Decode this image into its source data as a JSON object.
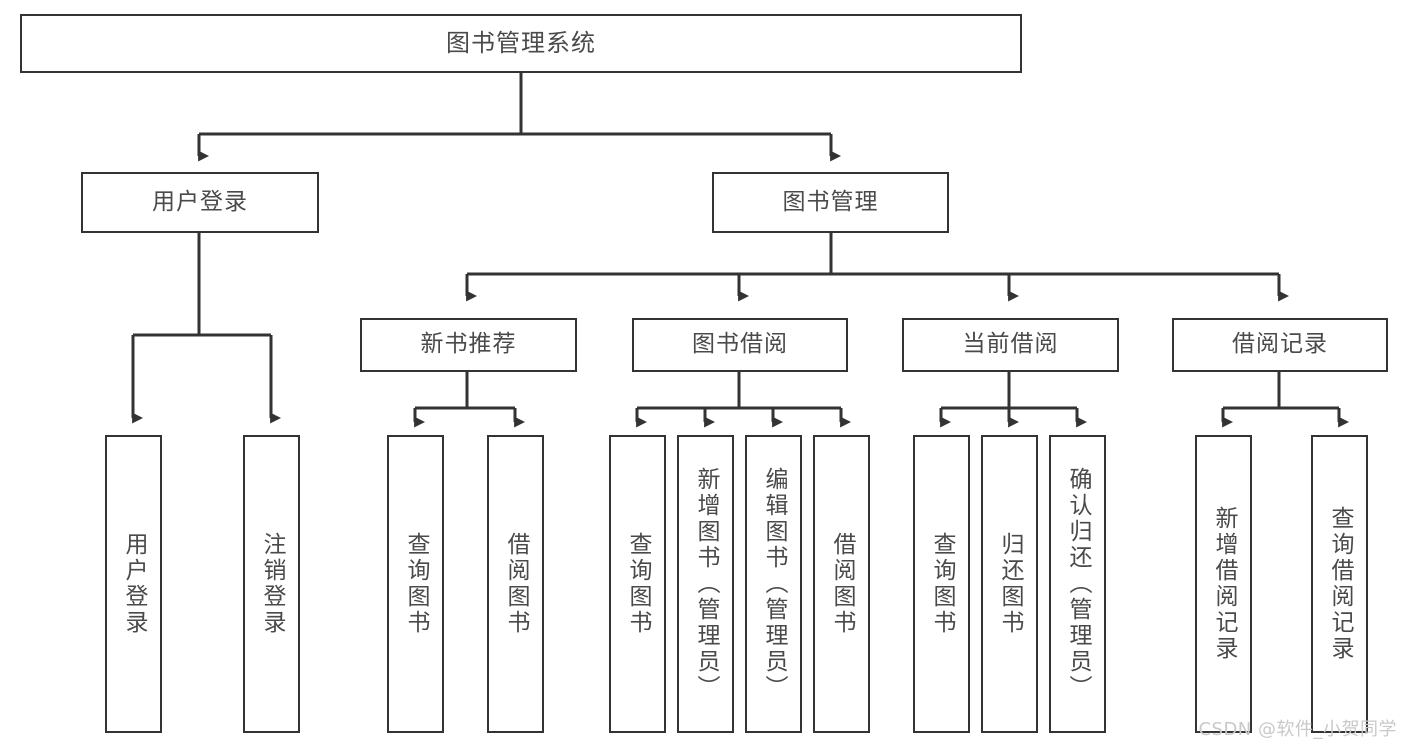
{
  "diagram": {
    "title": "图书管理系统",
    "type": "tree",
    "background_color": "#ffffff",
    "line_color": "#333333",
    "text_color": "#4a4a4a"
  },
  "nodes": {
    "root": {
      "label": "图书管理系统"
    },
    "level2": [
      {
        "id": "user-login",
        "label": "用户登录"
      },
      {
        "id": "book-management",
        "label": "图书管理"
      }
    ],
    "level3": [
      {
        "id": "new-book-recommend",
        "label": "新书推荐"
      },
      {
        "id": "book-borrow",
        "label": "图书借阅"
      },
      {
        "id": "current-borrow",
        "label": "当前借阅"
      },
      {
        "id": "borrow-record",
        "label": "借阅记录"
      }
    ],
    "leaves": {
      "user_login": [
        {
          "id": "leaf-user-login",
          "label": "用户登录"
        },
        {
          "id": "leaf-logout-login",
          "label": "注销登录"
        }
      ],
      "new_book_recommend": [
        {
          "id": "leaf-query-book-1",
          "label": "查询图书"
        },
        {
          "id": "leaf-borrow-book-1",
          "label": "借阅图书"
        }
      ],
      "book_borrow": [
        {
          "id": "leaf-query-book-2",
          "label": "查询图书"
        },
        {
          "id": "leaf-add-book",
          "label": "新增图书（管理员）"
        },
        {
          "id": "leaf-edit-book",
          "label": "编辑图书（管理员）"
        },
        {
          "id": "leaf-borrow-book-2",
          "label": "借阅图书"
        }
      ],
      "current_borrow": [
        {
          "id": "leaf-query-book-3",
          "label": "查询图书"
        },
        {
          "id": "leaf-return-book",
          "label": "归还图书"
        },
        {
          "id": "leaf-confirm-return",
          "label": "确认归还（管理员）"
        }
      ],
      "borrow_record": [
        {
          "id": "leaf-add-record",
          "label": "新增借阅记录"
        },
        {
          "id": "leaf-query-record",
          "label": "查询借阅记录"
        }
      ]
    }
  },
  "watermark": {
    "text": "CSDN @软件_小贺同学"
  }
}
